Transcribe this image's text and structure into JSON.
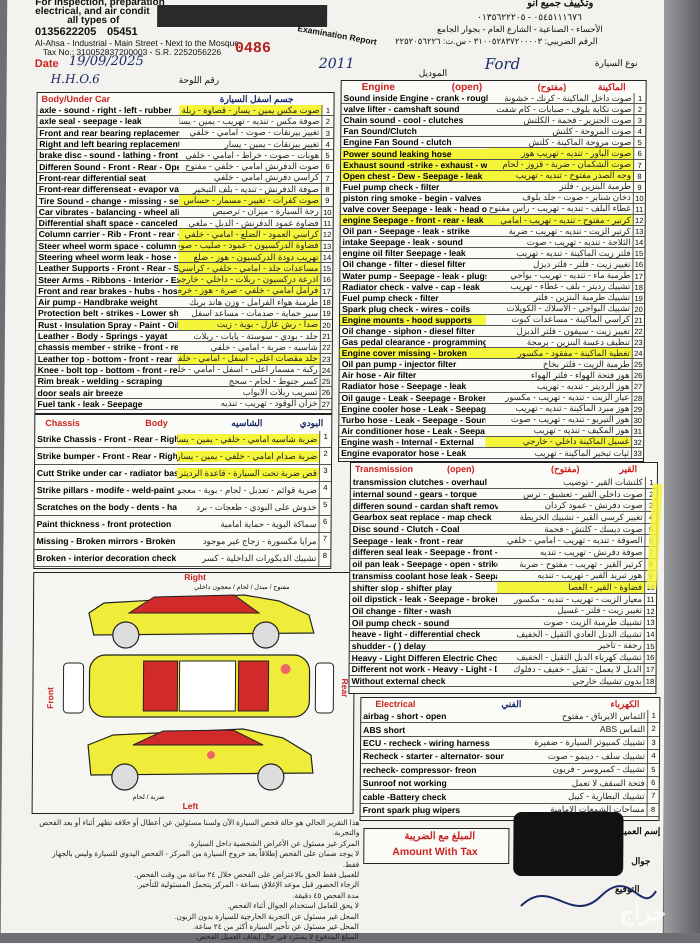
{
  "header": {
    "inspection_line1": "For inspection, preparation",
    "inspection_line2": "electrical, and air condit",
    "inspection_line3": "all types of",
    "phone_1": "0135622205",
    "phone_2": "05451",
    "address": "Al-Ahsa - Industrial - Main Street - Next to the Mosque",
    "tax_no": "Tax No.: 310052837200003 - S.R. 2252056226",
    "date_label": "Date",
    "date_value": "19/09/2025",
    "ar_company": "وتكييف جميع أنو",
    "ar_phones": "٠٥٤٥١١١٦٧٦ - ٠١٣٥٦٢٢٢٠٥",
    "ar_address": "الأحساء - الصناعية - الشارع العام - بجوار الجامع",
    "ar_tax": "الرقم الضريبي: ٣١٠٠٥٢٨٣٧٢٠٠٠٠٣ - س.ت: ٢٢٥٢٠٥٦٢٢٦",
    "report_number": "0486",
    "report_title": "Examination Report",
    "plate_label": "رقم اللوحة",
    "plate_value": "H.H.O.6",
    "model_label": "الموديل",
    "model_value": "2011",
    "car_type_label": "نوع السيارة",
    "car_type_value": "Ford"
  },
  "body_under_car": {
    "title": "Body/Under Car",
    "ar_title": "جسم اسفل السيارة",
    "rows": [
      {
        "en": "axle - sound - right - left - rubber",
        "ar": "صوت مكس يمين - يسار - قصاوة - ربلة",
        "n": "1"
      },
      {
        "en": "axle seal - seepage - leak",
        "ar": "صوفة مكس - تنديه - تهريب - يمين - يسار",
        "n": "2"
      },
      {
        "en": "Front and rear bearing replacement",
        "ar": "تغيير بيرنقات - صوت - امامي - خلفي",
        "n": "3"
      },
      {
        "en": "Right and left bearing replacement",
        "ar": "تغيير بيرنقات - يمين - يسار",
        "n": "4"
      },
      {
        "en": "brake disc - sound - lathing - front - rear",
        "ar": "هوبات - صوت - خراط - امامي - خلفي",
        "n": "5"
      },
      {
        "en": "Differen Sound - Front - Rear - Open",
        "ar": "صوت الدفرنش امامي - خلفي - مفتوح",
        "n": "6"
      },
      {
        "en": "Front-rear differential seat",
        "ar": "كراسي دفرنش امامي - خلفي",
        "n": "7"
      },
      {
        "en": "Front-rear differenseat - evapor valve",
        "ar": "صوفة الدفرنش - تنديه - بلف التبخير",
        "n": "8"
      },
      {
        "en": "Tire Sound - change - missing - sensor",
        "ar": "صوت كفرات - تغيير - مسمار - حساس",
        "n": "9"
      },
      {
        "en": "Car vibrates - balancing - wheel alignment",
        "ar": "رجة السيارة - ميزان - ترصيص",
        "n": "10"
      },
      {
        "en": "Differential shaft space - canceled",
        "ar": "فضاوة عمود الدفرنش - الدبل - ملغي",
        "n": "11"
      },
      {
        "en": "Column carrier - Rib - Front - rear - replace",
        "ar": "كراسي العمود - الضلع - امامي - خلفي",
        "n": "12"
      },
      {
        "en": "Steer wheel worm space - column - sound",
        "ar": "فضاوة الدركسيون - عمود - صليب - صوت",
        "n": "13"
      },
      {
        "en": "Steering wheel worm leak - hose - rib",
        "ar": "تهريب دودة الدركسيون - هوز - ضلع",
        "n": "14"
      },
      {
        "en": "Leather Supports - Front - Rear - Seats",
        "ar": "مساعدات جلد - امامي - خلفي - كراسي",
        "n": "15"
      },
      {
        "en": "Steer Arms - Ribbons - Interior - Exterior",
        "ar": "اذرعة دركسيون - ربلات - داخلي - خارجي",
        "n": "16"
      },
      {
        "en": "Front and rear brakes - hubs - hoses",
        "ar": "فرامل امامي - خلفي - صرة - هوز - خرط",
        "n": "17"
      },
      {
        "en": "Air pump - Handbrake weight",
        "ar": "طرمبة هواء الفرامل - وزن هاند بريك",
        "n": "18"
      },
      {
        "en": "Protection belt - strikes - Lower shocks",
        "ar": "سير حماية - صدمات - مساعد اسفل",
        "n": "19"
      },
      {
        "en": "Rust - Insulation Spray - Paint - Oil",
        "ar": "صدأ - رش عازل - بوية - زيت",
        "n": "20"
      },
      {
        "en": "Leather - Body - Springs - yayat",
        "ar": "جلد - بودي - سوستة - يايات - ربلات",
        "n": "21"
      },
      {
        "en": "chassis member - strike - front - rear",
        "ar": "شاسيه - ضربة - امامي - خلفي",
        "n": "22"
      },
      {
        "en": "Leather top - bottom - front - rear",
        "ar": "جلد مقصات اعلى - اسفل - امامي - خلفي",
        "n": "23"
      },
      {
        "en": "Knee - bolt top - bottom - front - rear",
        "ar": "ركبة - مسمار اعلى - اسفل - امامي - خلفي",
        "n": "24"
      },
      {
        "en": "Rim break - welding - scraping",
        "ar": "كسر جنوط - لحام - سحج",
        "n": "25"
      },
      {
        "en": "door seals air breeze",
        "ar": "تسريب ربلات الابواب",
        "n": "26"
      },
      {
        "en": "Fuel tank - leak - Seepage",
        "ar": "خزان الوقود - تهريب - تنديه",
        "n": "27"
      }
    ]
  },
  "chassis_body": {
    "title_chassis": "Chassis",
    "title_body": "Body",
    "ar_title": "الشاسيه",
    "ar_title_2": "البودي",
    "rows": [
      {
        "en": "Strike Chassis - Front - Rear - Right - Left",
        "ar": "ضربة شاسيه امامي - خلفي - يمين - يسار",
        "n": "1"
      },
      {
        "en": "Strike bumper - Front - Rear - Right - Left",
        "ar": "ضربة صدام امامي - خلفي - يمين - يسار",
        "n": "2"
      },
      {
        "en": "Cutt Strike under car - radiator base",
        "ar": "قص ضربة تحت السيارة - قاعدة الرديتر",
        "n": "3"
      },
      {
        "en": "Strike pillars - modife - weld-paint - putty",
        "ar": "ضربة قوائم - تعديل - لحام - بوية - معجون",
        "n": "4"
      },
      {
        "en": "Scratches on the body - dents - hall",
        "ar": "خدوش على البودي - طعجات - برد",
        "n": "5"
      },
      {
        "en": "Paint thickness - front protection",
        "ar": "سماكة البوية - حماية امامية",
        "n": "6"
      },
      {
        "en": "Missing - Broken mirrors - Broken glass",
        "ar": "مرايا مكسورة - زجاج غير موجود",
        "n": "7"
      },
      {
        "en": "Broken - interior decoration check",
        "ar": "تشييك الديكورات الداخلية - كسر",
        "n": "8"
      }
    ]
  },
  "car_diagram": {
    "right": "Right",
    "left": "Left",
    "front": "Front",
    "rear": "Rear",
    "legend_ar": "مفتوح / مبدل / لحام / معجون داخلي",
    "legend_ar_2": "ضربة / لحام"
  },
  "engine": {
    "title": "Engine",
    "open": "(open)",
    "ar_title": "الماكينة",
    "ar_open": "(مفتوح)",
    "rows": [
      {
        "en": "Sound inside Engine - crank - rough",
        "ar": "صوت داخل الماكينة - كرنك - خشونة",
        "n": "1"
      },
      {
        "en": "valve lifter - camshaft sound",
        "ar": "صوت تكاية بلوف - صبابات - كام شفت",
        "n": "2"
      },
      {
        "en": "Chain sound - cool - clutches",
        "ar": "صوت الجنزير - فحمة - الكلتش",
        "n": "3"
      },
      {
        "en": "Fan Sound/Clutch",
        "ar": "صوت المروحة - كلتش",
        "n": "4"
      },
      {
        "en": "Engine Fan Sound - clutch",
        "ar": "صوت مروحة الماكينة - كلتش",
        "n": "5"
      },
      {
        "en": "Power sound leaking hose",
        "ar": "صوت الباور - تنديه - تهريب هوز",
        "n": "6"
      },
      {
        "en": "Exhaust sound -strike - exhaust - weld",
        "ar": "صوت الشكمان - ضربة - قزوز - لحام",
        "n": "7"
      },
      {
        "en": "Open chest - Dew - Seepage - leak",
        "ar": "وجه الصدر مفتوح - تنديه - تهريب",
        "n": "8"
      },
      {
        "en": "Fuel pump check - filter",
        "ar": "طرمبة البنزين - فلتر",
        "n": "9"
      },
      {
        "en": "piston ring smoke - begin - valves",
        "ar": "دخان شنابر - صوت - جلد بلوف",
        "n": "10"
      },
      {
        "en": "valve cover Seepage - leak - head open",
        "ar": "غطاء البلف - تنديه - تهريب - راس مفتوح",
        "n": "11"
      },
      {
        "en": "engine Seepage - front - rear - leak",
        "ar": "كرتير - مفتوح - تنديه - تهريب - امامي",
        "n": "12"
      },
      {
        "en": "Oil pan - Seepage - leak - strike",
        "ar": "كرتير الزيت - تنديه - تهريب - ضربة",
        "n": "13"
      },
      {
        "en": "intake Seepage - leak - sound",
        "ar": "الثلاجة - تنديه - تهريب - صوت",
        "n": "14"
      },
      {
        "en": "engine oil filter Seepage - leak",
        "ar": "فلتر زيت الماكينة - تنديه - تهريب",
        "n": "15"
      },
      {
        "en": "Oil change - filter - diesel filter",
        "ar": "تغيير زيت - فلتر - فلتر ديزل",
        "n": "16"
      },
      {
        "en": "Water pump - Seepage - leak - plugs",
        "ar": "طرمبة ماء - تنديه - تهريب - بواجي",
        "n": "17"
      },
      {
        "en": "Radiator check - valve - cap - leak",
        "ar": "تشييك رديتر - بلف - غطاء - تهريب",
        "n": "18"
      },
      {
        "en": "Fuel pump check - filter",
        "ar": "تشييك طرمبة البنزين - فلتر",
        "n": "19"
      },
      {
        "en": "Spark plug check - wires - coils",
        "ar": "تشييك البواجي - الاسلاك - الكويلات",
        "n": "20"
      },
      {
        "en": "Engine mounts - hood supports",
        "ar": "كراسي الماكينة - مساعدات كبوت",
        "n": "21"
      },
      {
        "en": "Oil change - siphon - diesel filter",
        "ar": "تغيير زيت - سيفون - فلتر الديزل",
        "n": "22"
      },
      {
        "en": "Gas pedal clearance - programming",
        "ar": "تنظيف دعسة البنزين - برمجة",
        "n": "23"
      },
      {
        "en": "Engine cover missing - broken",
        "ar": "تغطية الماكينة - مفقود - مكسور",
        "n": "24"
      },
      {
        "en": "Oil pan pump - injector filter",
        "ar": "طرمبة الزيت - فلتر بخاخ",
        "n": "25"
      },
      {
        "en": "Air hose - Air filter",
        "ar": "هوز فتحة الهواء - فلتر الهواء",
        "n": "26"
      },
      {
        "en": "Radiator hose - Seepage - leak",
        "ar": "هوز الرديتر - تنديه - تهريب",
        "n": "27"
      },
      {
        "en": "Oil gauge - Leak - Seepage - Broken",
        "ar": "عيار الزيت - تنديه - تهريب - مكسور",
        "n": "28"
      },
      {
        "en": "Engine cooler hose - Leak - Seepage",
        "ar": "هوز مبرد الماكينة - تنديه - تهريب",
        "n": "29"
      },
      {
        "en": "Turbo hose - Leak - Seepage - Sound",
        "ar": "هوز التيربو - تنديه - تهريب - صوت",
        "n": "30"
      },
      {
        "en": "Air conditioner hose - Leak - Seepage",
        "ar": "هوز المكيف - تنديه - تهريب",
        "n": "31"
      },
      {
        "en": "Engine wash - Internal - External",
        "ar": "غسيل الماكينة داخلي - خارجي",
        "n": "32"
      },
      {
        "en": "Engine evaporator hose - Leak",
        "ar": "ثيات تبخير الماكينة - تهريب",
        "n": "33"
      }
    ]
  },
  "transmission": {
    "title": "Transmission",
    "open": "(open)",
    "ar_title": "القير",
    "ar_open": "(مفتوح)",
    "rows": [
      {
        "en": "transmission clutches - overhaul",
        "ar": "كلتشات القير - توضيب",
        "n": "1"
      },
      {
        "en": "internal sound - gears - torque",
        "ar": "صوت داخلي القير - تعشيق - ترس",
        "n": "2"
      },
      {
        "en": "differen sound - cardan shaft removed",
        "ar": "صوت دفرنش - عمود كردان",
        "n": "3"
      },
      {
        "en": "Gearbox seat replace - map check",
        "ar": "تغيير كرسي القير - تشييك الخريطة",
        "n": "4"
      },
      {
        "en": "Disc sound - Clutch - Coal",
        "ar": "صوت ديسك - كلتش - فحمة",
        "n": "5"
      },
      {
        "en": "Seepage - leak - front - rear",
        "ar": "الصوفة - تنديه - تهريب - امامي - خلفي",
        "n": "6"
      },
      {
        "en": "differen seal leak - Seepage - front - rear",
        "ar": "صوفة دفرنش - تهريب - تنديه",
        "n": "7"
      },
      {
        "en": "oil pan leak - Seepage - open - strike",
        "ar": "كرتير القير - تهريب - مفتوح - ضربة",
        "n": "8"
      },
      {
        "en": "transmiss coolant hose leak - Seepage",
        "ar": "هوز تبريد القير - تهريب - تنديه",
        "n": "9"
      },
      {
        "en": "shifter slop - shifter play",
        "ar": "فضاوة - القير - العصا",
        "n": "10"
      },
      {
        "en": "oil dipstick - leak - Seepage - broken",
        "ar": "معيار الزيت - تهريب - تنديه - مكسور",
        "n": "11"
      },
      {
        "en": "Oil change - filter - wash",
        "ar": "تغيير زيت - فلتر - غسيل",
        "n": "12"
      },
      {
        "en": "Oil pump check - sound",
        "ar": "تشييك طرمبة الزيت - صوت",
        "n": "13"
      },
      {
        "en": "heave - light - differential check",
        "ar": "تشييك الدبل العادي الثقيل - الخفيف",
        "n": "14"
      },
      {
        "en": "shudder - ( ) delay",
        "ar": "رجفة - تأخير",
        "n": "15"
      },
      {
        "en": "Heavy - Light Differen Electric Check",
        "ar": "تشييك كهرباء الدبل الثقيل - الخفيف",
        "n": "16"
      },
      {
        "en": "Different not work - Heavy - Light - Di lock",
        "ar": "الدبل لا يعمل - ثقيل - خفيف - دفلوك",
        "n": "17"
      },
      {
        "en": "Without external check",
        "ar": "بدون تشييك خارجي",
        "n": "18"
      }
    ]
  },
  "electrical": {
    "title": "Electrical",
    "ar_title": "الكهرباء",
    "ar_tech": "الفني",
    "rows": [
      {
        "en": "airbag - short - open",
        "ar": "التماس الايرباق - مفتوح",
        "n": "1"
      },
      {
        "en": "ABS short",
        "ar": "التماس ABS",
        "n": "2"
      },
      {
        "en": "ECU - recheck - wiring harness",
        "ar": "تشييك كمبيوتر السيارة - ضفيرة",
        "n": "3"
      },
      {
        "en": "Recheck - starter - alternator- sound",
        "ar": "تشييك سلف - دينمو - صوت",
        "n": "4"
      },
      {
        "en": "recheck- compressor- freon",
        "ar": "تشييك - كمبروسر - فريون",
        "n": "5"
      },
      {
        "en": "Sunroof not working",
        "ar": "فتحة السقف لا تعمل",
        "n": "6"
      },
      {
        "en": "cable -Battery check",
        "ar": "تشييك البطارية - كيبل",
        "n": "7"
      },
      {
        "en": "Front spark plug wipers",
        "ar": "مساحات الشمعات الامامية",
        "n": "8"
      }
    ]
  },
  "amount": {
    "ar": "المبلغ مع الضريبة",
    "en": "Amount With Tax"
  },
  "signature": {
    "customer_label": "إسم العميل",
    "mobile_label": "جوال",
    "signature_label": "التوقيع"
  },
  "footnotes": [
    "هذا التقرير الحالي هو حالة فحص السيارة الآن ولسنا مسئولين عن أعطال أو خلافه تظهر أثناء أو بعد الفحص والتجربة.",
    "المركز غير مسئول عن الأغراض الشخصية داخل السيارة.",
    "لا يوجد ضمان على الفحص إطلاقاً بعد خروج السيارة من المركز - الفحص اليدوي للسيارة وليس بالجهاز فقط.",
    "للعميل فقط الحق بالاعتراض على الفحص خلال ٢٤ ساعة من وقت الفحص.",
    "الرجاء الحضور قبل موعد الإغلاق بساعة - المركز يتحمل المسئولية للتأخير.",
    "مدة الفحص ٤٥ دقيقة.",
    "لا يحق للعامل استخدام الجوال أثناء الفحص.",
    "المحل غير مسئول عن التجربة الخارجية للسيارة بدون الزبون.",
    "المحل غير مسئول عن تأخير السيارة أكثر من ٢٤ ساعة.",
    "المبلغ المدفوع لا يسترد في حال إيقاف العميل الفحص."
  ],
  "watermark": "حراج"
}
